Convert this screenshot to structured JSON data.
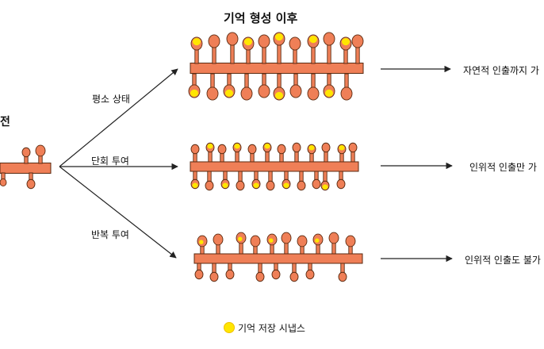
{
  "title": "기억 형성 이후",
  "left_label": "전",
  "branches": [
    {
      "label": "평소 상태",
      "result": "자연적 인출까지 가"
    },
    {
      "label": "단회 투여",
      "result": "인위적 인출만 가"
    },
    {
      "label": "반복 투여",
      "result": "인위적 인출도 불가"
    }
  ],
  "legend": {
    "label": "기억 저장 시냅스"
  },
  "colors": {
    "dendrite": "#ef7f57",
    "outline": "#5a2a10",
    "synapse": "#ffe600",
    "arrow": "#222222"
  }
}
